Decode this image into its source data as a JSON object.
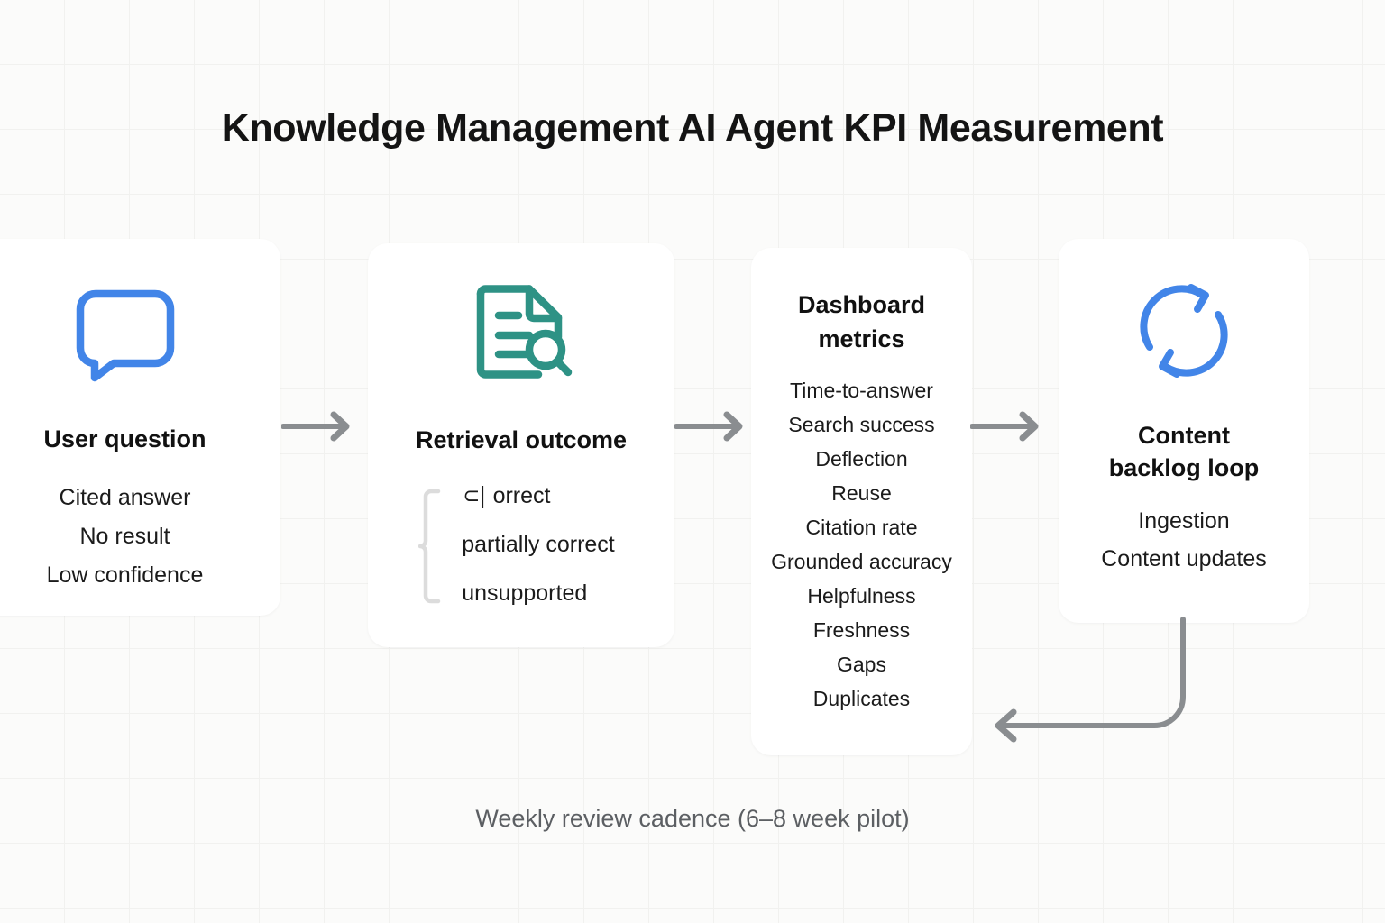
{
  "page": {
    "title": "Knowledge Management AI Agent KPI Measurement",
    "footer_note": "Weekly review cadence (6–8 week pilot)"
  },
  "colors": {
    "background": "#fbfbfa",
    "grid_line": "#f1f1ef",
    "card": "#ffffff",
    "title": "#141414",
    "body_text": "#1b1b1b",
    "icon_blue": "#4285e8",
    "icon_teal": "#2e9285",
    "connector_gray": "#8a8d90",
    "bracket_gray": "#dcdcdc",
    "footer_text": "#5c5f63"
  },
  "stages": [
    {
      "id": "user-question",
      "icon": "speech-bubble-icon",
      "icon_color": "#4285e8",
      "heading": "User question",
      "items": [
        "Cited answer",
        "No result",
        "Low confidence"
      ]
    },
    {
      "id": "retrieval-outcome",
      "icon": "document-search-icon",
      "icon_color": "#2e9285",
      "heading": "Retrieval outcome",
      "items": [
        "orrect",
        "partially correct",
        "unsupported"
      ],
      "first_item_glyph": "⊂|",
      "bracket": "curly-brace-icon"
    },
    {
      "id": "dashboard-metrics",
      "icon": null,
      "heading": "Dashboard\nmetrics",
      "items": [
        "Time-to-answer",
        "Search success",
        "Deflection",
        "Reuse",
        "Citation rate",
        "Grounded accuracy",
        "Helpfulness",
        "Freshness",
        "Gaps",
        "Duplicates"
      ]
    },
    {
      "id": "content-backlog-loop",
      "icon": "refresh-loop-icon",
      "icon_color": "#4285e8",
      "heading": "Content\nbacklog loop",
      "items": [
        "Ingestion",
        "Content updates"
      ]
    }
  ],
  "connectors": [
    {
      "id": "connector-1",
      "type": "arrow-right-icon",
      "from": "user-question",
      "to": "retrieval-outcome"
    },
    {
      "id": "connector-2",
      "type": "arrow-right-icon",
      "from": "retrieval-outcome",
      "to": "dashboard-metrics"
    },
    {
      "id": "connector-3",
      "type": "arrow-right-icon",
      "from": "dashboard-metrics",
      "to": "content-backlog-loop"
    },
    {
      "id": "connector-feedback",
      "type": "curved-arrow-left-icon",
      "from": "content-backlog-loop",
      "to": "dashboard-metrics"
    }
  ]
}
